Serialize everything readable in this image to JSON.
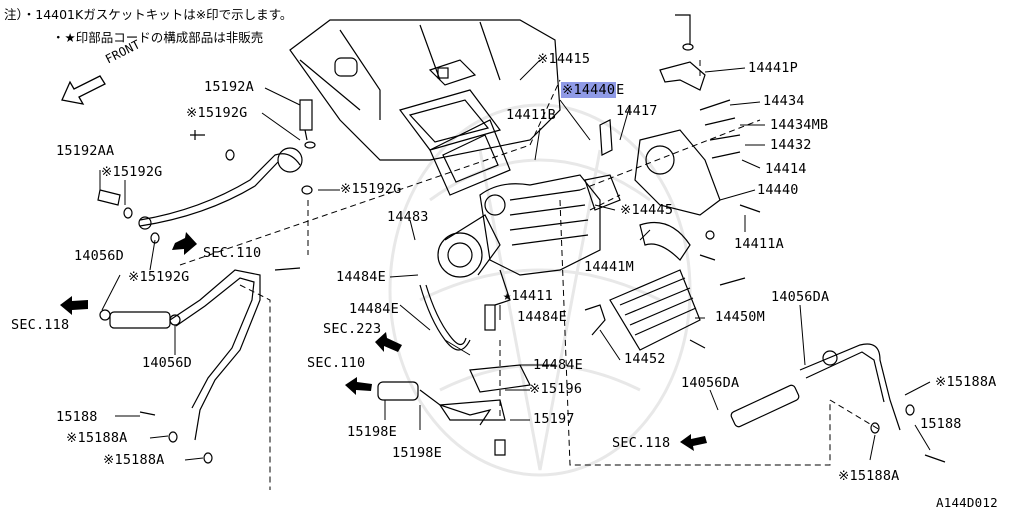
{
  "notes": {
    "line1": "注）・14401Kガスケットキットは※印で示します。",
    "line2": "・★印部品コードの構成部品は非販売"
  },
  "front_label": "FRONT",
  "diagram_code": "A144D012",
  "labels": {
    "p15192A": "15192A",
    "p15192G_a": "※15192G",
    "p15192AA": "15192AA",
    "p15192G_b": "※15192G",
    "p15192G_c": "※15192G",
    "p15192G_d": "※15192G",
    "sec110_a": "SEC.110",
    "p14056D_a": "14056D",
    "sec118_a": "SEC.118",
    "p14056D_b": "14056D",
    "p15188": "15188",
    "p15188A_a": "※15188A",
    "p15188A_b": "※15188A",
    "p14415": "※14415",
    "p14440E_main": "※14440",
    "p14440E_suffix": "E",
    "p14411B": "14411B",
    "p14417": "14417",
    "p14483": "14483",
    "p14484E_a": "14484E",
    "p14484E_b": "14484E",
    "p14484E_c": "14484E",
    "p14484E_d": "14484E",
    "sec223": "SEC.223",
    "sec110_b": "SEC.110",
    "p15198E_a": "15198E",
    "p15198E_b": "15198E",
    "p14411": "★14411",
    "p15196": "※15196",
    "p15197": "15197",
    "p14452": "14452",
    "p14450M": "14450M",
    "p14445": "※14445",
    "p14441M": "14441M",
    "p14441P": "14441P",
    "p14434": "14434",
    "p14434MB": "14434MB",
    "p14432": "14432",
    "p14414": "14414",
    "p14440": "14440",
    "p14411A": "14411A",
    "p14056DA_a": "14056DA",
    "p14056DA_b": "14056DA",
    "sec118_b": "SEC.118",
    "p15188A_c": "※15188A",
    "p15188_b": "15188",
    "p15188A_d": "※15188A"
  },
  "colors": {
    "highlight": "#8f9ae6",
    "line": "#000000",
    "watermark": "#e6e6e6"
  }
}
